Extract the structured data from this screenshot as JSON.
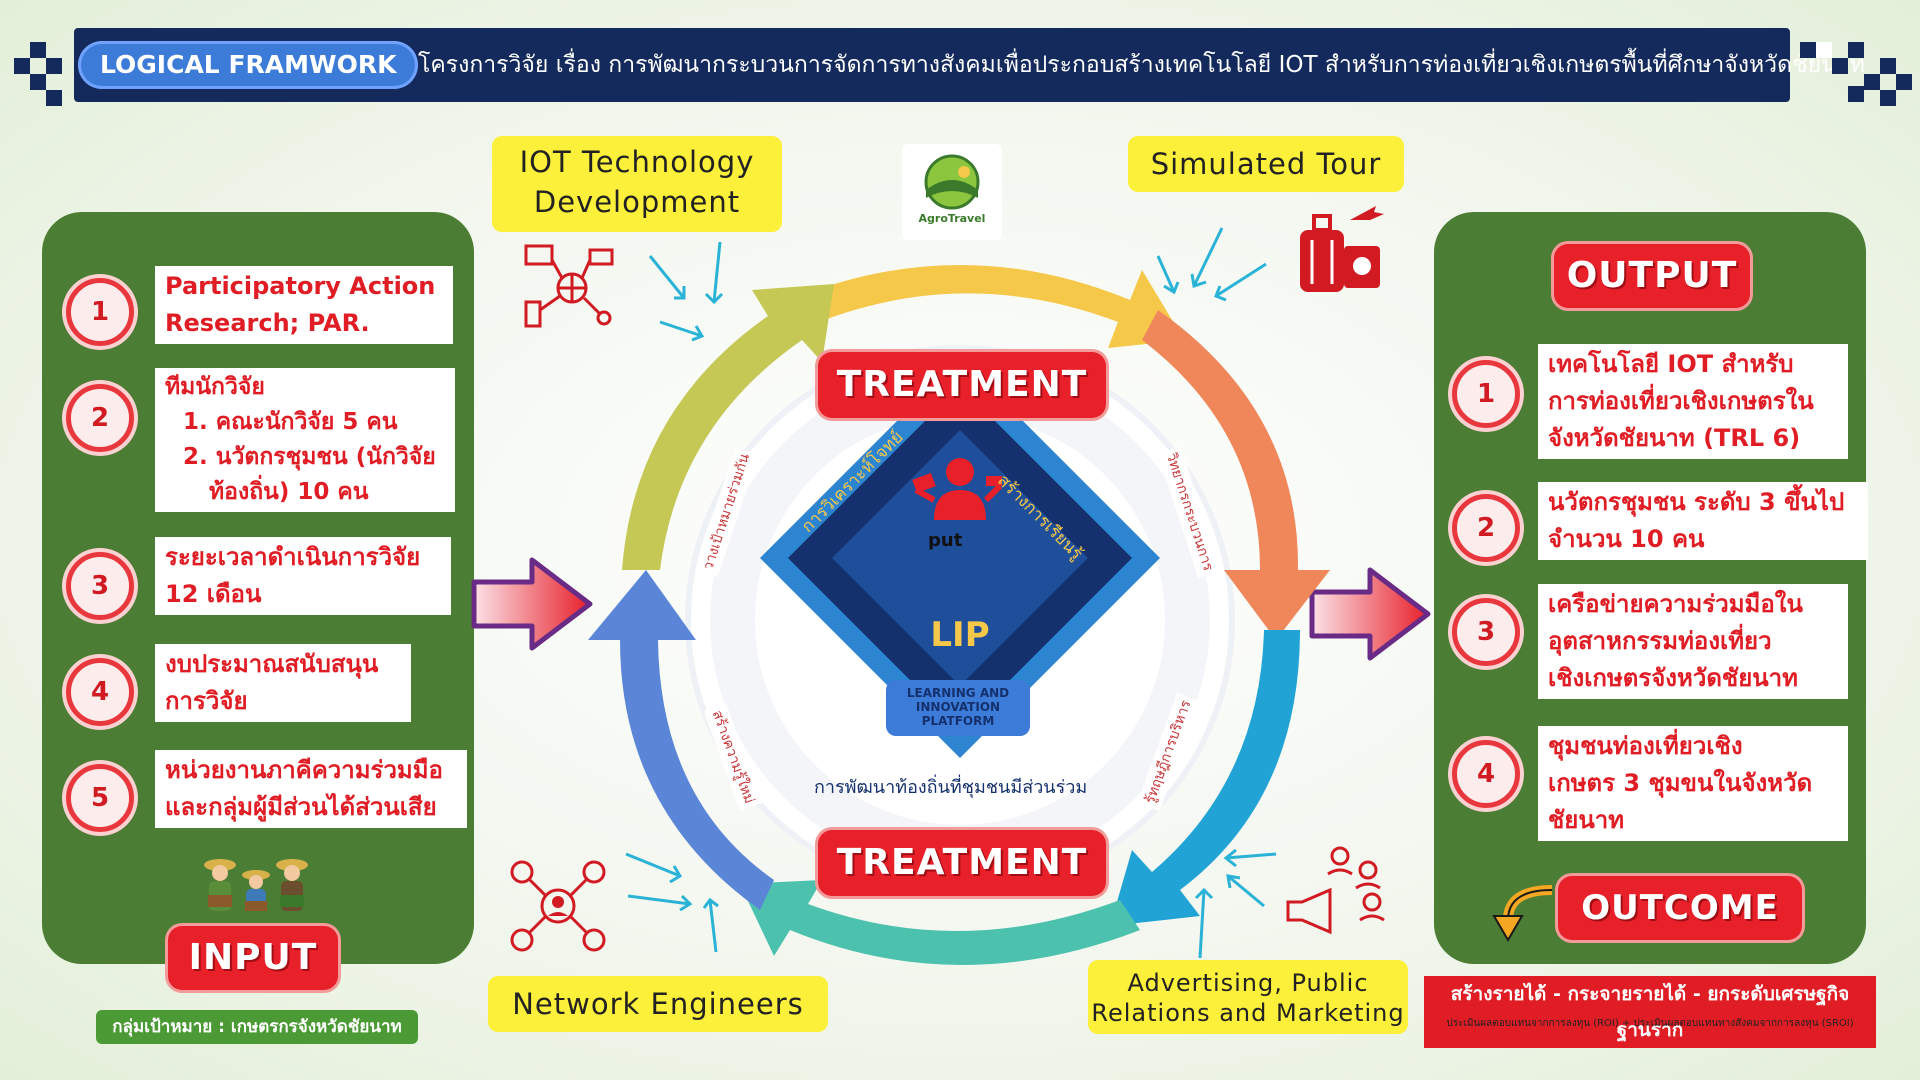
{
  "header": {
    "badge": "LOGICAL FRAMWORK",
    "title": "โครงการวิจัย เรื่อง การพัฒนากระบวนการจัดการทางสังคมเพื่อประกอบสร้างเทคโนโลยี IOT สำหรับการท่องเที่ยวเชิงเกษตรพื้นที่ศึกษาจังหวัดชัยนาท"
  },
  "input": {
    "items": [
      {
        "num": "1",
        "lines": [
          "Participatory Action",
          "Research; PAR."
        ]
      },
      {
        "num": "2",
        "lines": [
          "ทีมนักวิจัย",
          "1. คณะนักวิจัย 5 คน",
          "2. นวัตกรชุมชน (นักวิจัย",
          "ท้องถิ่น) 10 คน"
        ]
      },
      {
        "num": "3",
        "lines": [
          "ระยะเวลาดำเนินการวิจัย",
          "12 เดือน"
        ]
      },
      {
        "num": "4",
        "lines": [
          "งบประมาณสนับสนุน",
          "การวิจัย"
        ]
      },
      {
        "num": "5",
        "lines": [
          "หน่วยงานภาคีความร่วมมือ",
          "และกลุ่มผู้มีส่วนได้ส่วนเสีย"
        ]
      }
    ],
    "label": "INPUT",
    "target_group": "กลุ่มเป้าหมาย : เกษตรกรจังหวัดชัยนาท"
  },
  "output": {
    "label": "OUTPUT",
    "items": [
      {
        "num": "1",
        "lines": [
          "เทคโนโลยี IOT สำหรับ",
          "การท่องเที่ยวเชิงเกษตรใน",
          "จังหวัดชัยนาท (TRL 6)"
        ]
      },
      {
        "num": "2",
        "lines": [
          "นวัตกรชุมชน ระดับ 3 ขึ้นไป",
          "จำนวน 10 คน"
        ]
      },
      {
        "num": "3",
        "lines": [
          "เครือข่ายความร่วมมือใน",
          "อุตสาหกรรมท่องเที่ยว",
          "เชิงเกษตรจังหวัดชัยนาท"
        ]
      },
      {
        "num": "4",
        "lines": [
          "ชุมชนท่องเที่ยวเชิง",
          "เกษตร 3 ชุมขนในจังหวัด",
          "ชัยนาท"
        ]
      }
    ],
    "outcome_label": "OUTCOME",
    "outcome_text": "สร้างรายได้ - กระจายรายได้ - ยกระดับเศรษฐกิจฐานราก",
    "outcome_sub": "ประเมินผลตอบแทนจากการลงทุน (ROI) + ประเมินผลตอบแทนทางสังคมจากการลงทุน (SROI)"
  },
  "center": {
    "treatment_top": "TREATMENT",
    "treatment_bottom": "TREATMENT",
    "lip": "LIP",
    "platform": "LEARNING AND INNOVATION PLATFORM",
    "put": "put",
    "diamond_left": "การวิเคราะห์โจทย์",
    "diamond_right": "สร้างการเรียนรู้",
    "bottom_text": "การพัฒนาท้องถิ่นที่ชุมชนมีส่วนร่วม",
    "ring_labels": [
      "วางเป้าหมายร่วมกัน",
      "วิทยากรกระบวนการ",
      "สร้างความรู้ใหม่",
      "รู้ทฤษฎีการบริหาร"
    ]
  },
  "corners": {
    "iot": [
      "IOT Technology",
      "Development"
    ],
    "simulated": "Simulated Tour",
    "network": "Network Engineers",
    "advertising": [
      "Advertising, Public",
      "Relations and Marketing"
    ],
    "logo_text": "AgroTravel"
  },
  "colors": {
    "panel_green": "#4c7d34",
    "header_navy": "#142a5c",
    "accent_red": "#e8202a",
    "label_yellow": "#fdf03a"
  }
}
